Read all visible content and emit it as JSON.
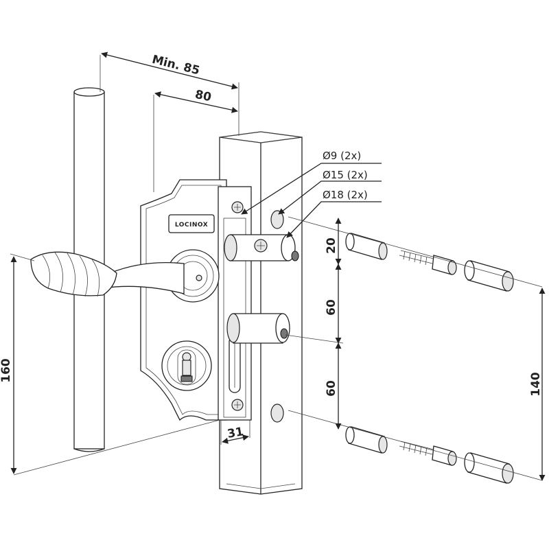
{
  "dimensions": {
    "min_depth": "Min. 85",
    "depth": "80",
    "height_total": "160",
    "spacing_top": "20",
    "spacing_mid": "60",
    "spacing_low": "60",
    "bolt_spacing": "140",
    "case_width": "31"
  },
  "hole_specs": [
    "Ø9 (2x)",
    "Ø15 (2x)",
    "Ø18 (2x)"
  ],
  "logo_text": "LOCINOX",
  "colors": {
    "line": "#222222",
    "fill": "#ffffff",
    "shade": "#e6e6e6"
  }
}
